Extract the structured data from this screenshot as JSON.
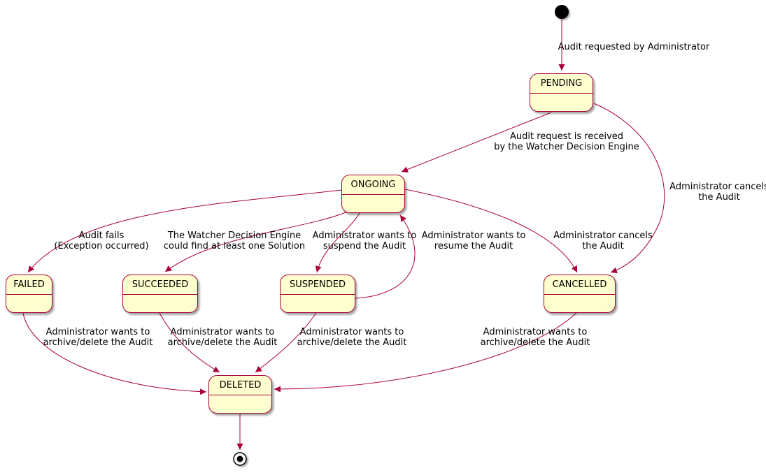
{
  "colors": {
    "state_fill": "#FEFECE",
    "state_border": "#A80036",
    "arrow_color": "#A80036",
    "text_color": "#000000"
  },
  "states": {
    "pending": {
      "label": "PENDING"
    },
    "ongoing": {
      "label": "ONGOING"
    },
    "failed": {
      "label": "FAILED"
    },
    "succeeded": {
      "label": "SUCCEEDED"
    },
    "suspended": {
      "label": "SUSPENDED"
    },
    "cancelled": {
      "label": "CANCELLED"
    },
    "deleted": {
      "label": "DELETED"
    }
  },
  "transitions": [
    {
      "from": "initial",
      "to": "pending",
      "label_lines": [
        "Audit requested by Administrator"
      ]
    },
    {
      "from": "pending",
      "to": "ongoing",
      "label_lines": [
        "Audit request is received",
        "by the Watcher Decision Engine"
      ]
    },
    {
      "from": "pending",
      "to": "cancelled",
      "label_lines": [
        "Administrator cancels",
        "the Audit"
      ]
    },
    {
      "from": "ongoing",
      "to": "failed",
      "label_lines": [
        "Audit fails",
        "(Exception occurred)"
      ]
    },
    {
      "from": "ongoing",
      "to": "succeeded",
      "label_lines": [
        "The Watcher Decision Engine",
        "could find at least one Solution"
      ]
    },
    {
      "from": "ongoing",
      "to": "suspended",
      "label_lines": [
        "Administrator wants to",
        "suspend the Audit"
      ]
    },
    {
      "from": "suspended",
      "to": "ongoing",
      "label_lines": [
        "Administrator wants to",
        "resume the Audit"
      ]
    },
    {
      "from": "ongoing",
      "to": "cancelled",
      "label_lines": [
        "Administrator cancels",
        "the Audit"
      ]
    },
    {
      "from": "failed",
      "to": "deleted",
      "label_lines": [
        "Administrator wants to",
        "archive/delete the Audit"
      ]
    },
    {
      "from": "succeeded",
      "to": "deleted",
      "label_lines": [
        "Administrator wants to",
        "archive/delete the Audit"
      ]
    },
    {
      "from": "suspended",
      "to": "deleted",
      "label_lines": [
        "Administrator wants to",
        "archive/delete the Audit"
      ]
    },
    {
      "from": "cancelled",
      "to": "deleted",
      "label_lines": [
        "Administrator wants to",
        "archive/delete the Audit"
      ]
    },
    {
      "from": "deleted",
      "to": "final",
      "label_lines": []
    }
  ]
}
